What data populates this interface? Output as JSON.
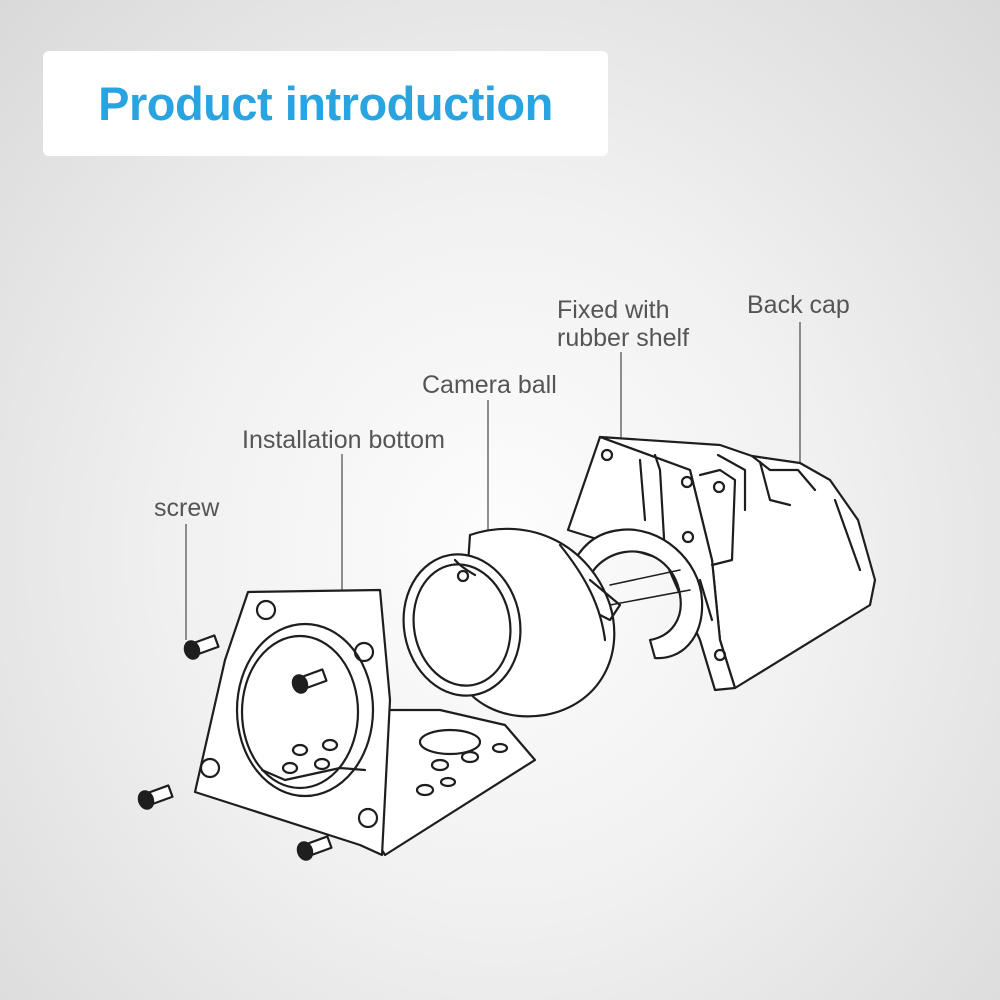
{
  "title": "Product introduction",
  "labels": {
    "screw": "screw",
    "installation_bottom": "Installation bottom",
    "camera_ball": "Camera ball",
    "fixed_line1": "Fixed with",
    "fixed_line2": "rubber shelf",
    "back_cap": "Back cap"
  },
  "colors": {
    "title": "#2aa4e0",
    "label": "#555555",
    "line_art": "#1e1e1e"
  }
}
